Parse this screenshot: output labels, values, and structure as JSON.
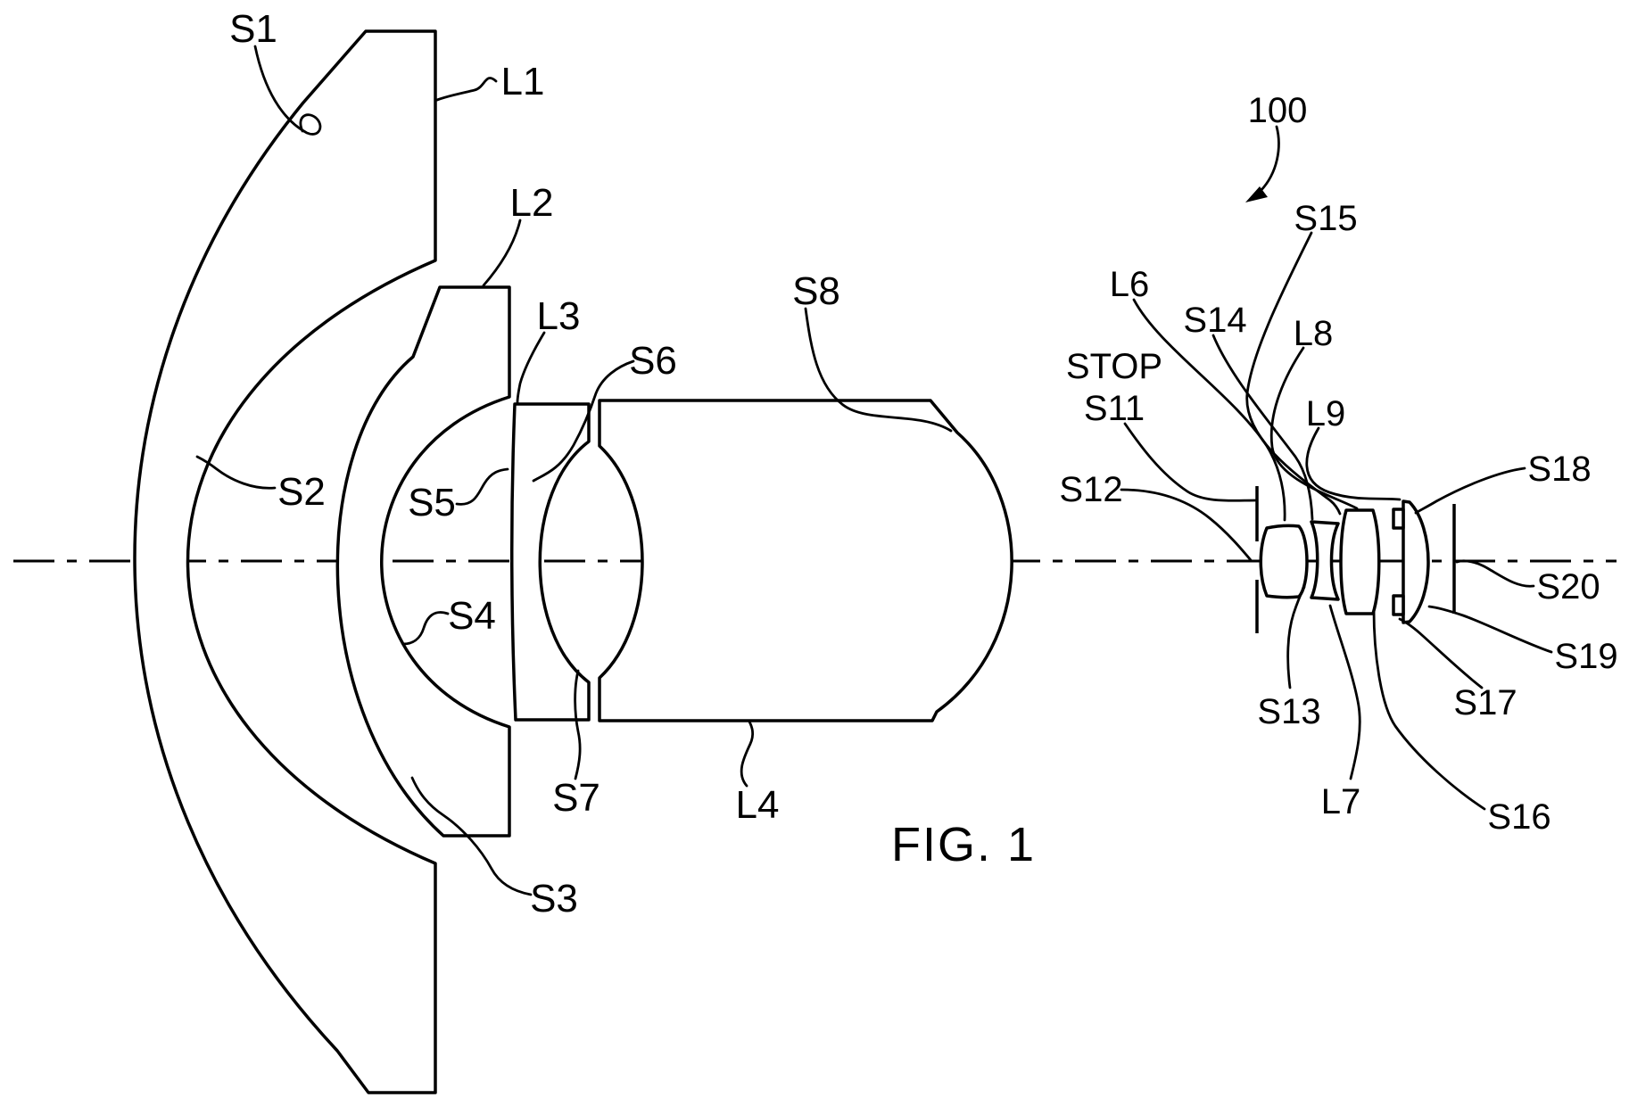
{
  "diagram": {
    "type": "patent-lens-cross-section",
    "caption": "FIG. 1",
    "reference_number": "100",
    "stop_label": "STOP",
    "labels": {
      "s1": "S1",
      "s2": "S2",
      "s3": "S3",
      "s4": "S4",
      "s5": "S5",
      "s6": "S6",
      "s7": "S7",
      "s8": "S8",
      "s11": "S11",
      "s12": "S12",
      "s13": "S13",
      "s14": "S14",
      "s15": "S15",
      "s16": "S16",
      "s17": "S17",
      "s18": "S18",
      "s19": "S19",
      "s20": "S20",
      "l1": "L1",
      "l2": "L2",
      "l3": "L3",
      "l4": "L4",
      "l6": "L6",
      "l7": "L7",
      "l8": "L8",
      "l9": "L9"
    },
    "colors": {
      "ink": "#000000",
      "paper": "#ffffff"
    }
  }
}
